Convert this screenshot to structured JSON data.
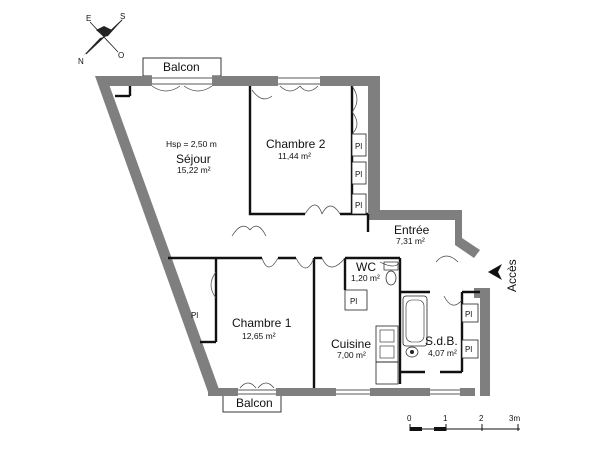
{
  "compass": {
    "label_n": "N",
    "label_e": "E",
    "label_s": "S",
    "label_o": "O"
  },
  "rooms": {
    "sejour": {
      "hsp": "Hsp = 2,50 m",
      "name": "Séjour",
      "area": "15,22 m²"
    },
    "chambre2": {
      "name": "Chambre 2",
      "area": "11,44 m²"
    },
    "entree": {
      "name": "Entrée",
      "area": "7,31 m²"
    },
    "wc": {
      "name": "WC",
      "area": "1,20 m²"
    },
    "chambre1": {
      "name": "Chambre 1",
      "area": "12,65 m²"
    },
    "cuisine": {
      "name": "Cuisine",
      "area": "7,00 m²"
    },
    "sdb": {
      "name": "S.d.B.",
      "area": "4,07 m²"
    }
  },
  "balcony_top": "Balcon",
  "balcony_bottom": "Balcon",
  "closet_label": "Pl",
  "access": "Accès",
  "scale": {
    "t0": "0",
    "t1": "1",
    "t2": "2",
    "t3": "3m"
  }
}
